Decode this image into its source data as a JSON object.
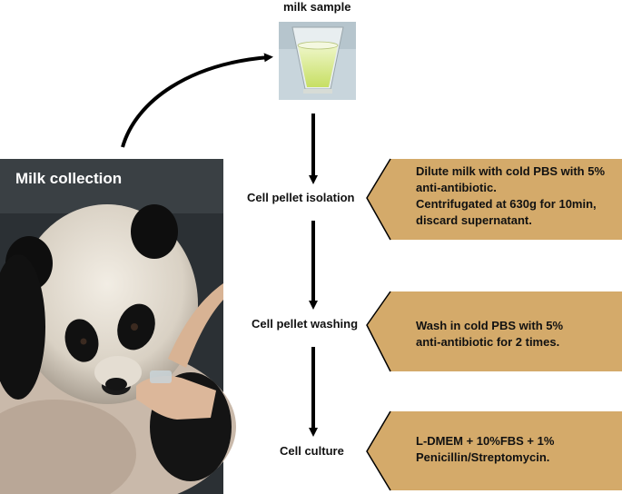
{
  "top_sample": {
    "label": "milk sample"
  },
  "photo": {
    "title": "Milk collection"
  },
  "steps": [
    {
      "label": "Cell pellet isolation",
      "note": "Dilute milk with cold PBS with 5%\n anti-antibiotic.\nCentrifugated at 630g for 10min,\ndiscard supernatant."
    },
    {
      "label": "Cell pellet washing",
      "note": "Wash in cold PBS with 5%\nanti-antibiotic for 2 times."
    },
    {
      "label": "Cell culture",
      "note": "L-DMEM + 10%FBS + 1%\nPenicillin/Streptomycin."
    }
  ],
  "colors": {
    "note_fill": "#d4aa6a",
    "arrow": "#000000",
    "photo_bg": "#2b3034"
  }
}
